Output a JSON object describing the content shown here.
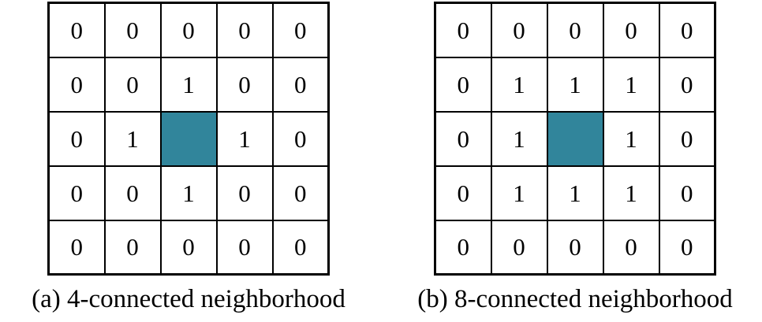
{
  "colors": {
    "center_fill": "#31859b",
    "grid_border": "#000000",
    "cell_background": "#ffffff",
    "text": "#000000"
  },
  "figure": {
    "description_left_caption": "(a) 4-connected neighborhood",
    "description_right_caption": "(b) 8-connected neighborhood"
  },
  "grids": [
    {
      "id": "a",
      "caption": "(a) 4-connected neighborhood",
      "rows": 5,
      "cols": 5,
      "center_cell": [
        2,
        2
      ],
      "cells": [
        [
          "0",
          "0",
          "0",
          "0",
          "0"
        ],
        [
          "0",
          "0",
          "1",
          "0",
          "0"
        ],
        [
          "0",
          "1",
          null,
          "1",
          "0"
        ],
        [
          "0",
          "0",
          "1",
          "0",
          "0"
        ],
        [
          "0",
          "0",
          "0",
          "0",
          "0"
        ]
      ]
    },
    {
      "id": "b",
      "caption": "(b) 8-connected neighborhood",
      "rows": 5,
      "cols": 5,
      "center_cell": [
        2,
        2
      ],
      "cells": [
        [
          "0",
          "0",
          "0",
          "0",
          "0"
        ],
        [
          "0",
          "1",
          "1",
          "1",
          "0"
        ],
        [
          "0",
          "1",
          null,
          "1",
          "0"
        ],
        [
          "0",
          "1",
          "1",
          "1",
          "0"
        ],
        [
          "0",
          "0",
          "0",
          "0",
          "0"
        ]
      ]
    }
  ]
}
